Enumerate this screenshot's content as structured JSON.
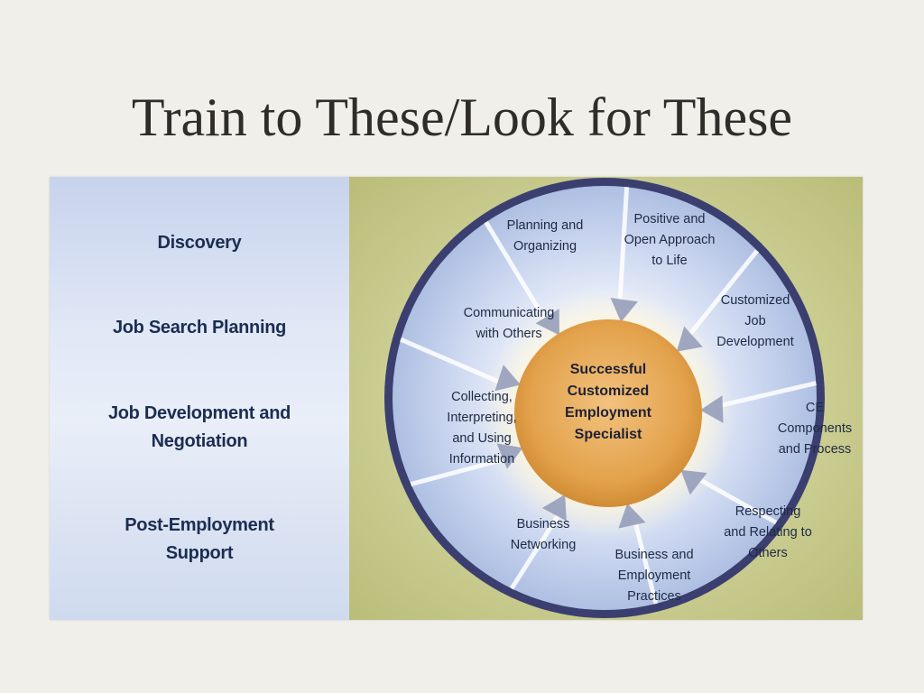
{
  "slide": {
    "title": "Train to These/Look for These"
  },
  "phases": [
    "Discovery",
    "Job Search Planning",
    "Job Development and Negotiation",
    "Post-Employment Support"
  ],
  "wheel": {
    "center": "Successful Customized Employment Specialist",
    "segments": [
      "Planning and Organizing",
      "Positive and Open Approach to Life",
      "Customized Job Development",
      "CE Components and Process",
      "Respecting and Relating to Others",
      "Business and Employment Practices",
      "Business Networking",
      "Collecting, Interpreting, and Using Information",
      "Communicating with Others"
    ]
  },
  "colors": {
    "ring": "#3a3f70",
    "hub": "#e3a24c",
    "phase_text": "#1b2d52"
  }
}
